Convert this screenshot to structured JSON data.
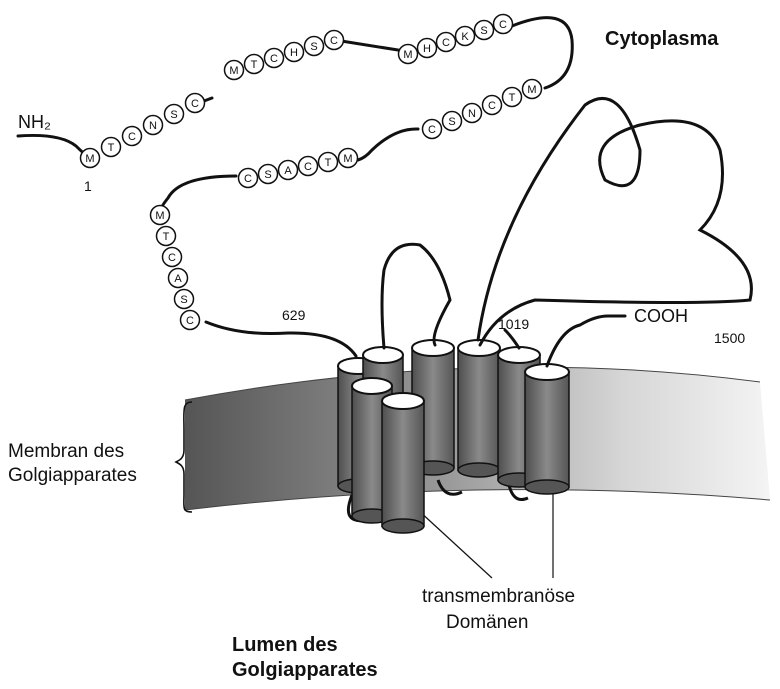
{
  "labels": {
    "cytoplasm": "Cytoplasma",
    "n_terminus": "NH₂",
    "position_1": "1",
    "position_629": "629",
    "position_1019": "1019",
    "c_terminus": "COOH",
    "position_1500": "1500",
    "membrane_line1": "Membran des",
    "membrane_line2": "Golgiapparates",
    "tm_line1": "transmembranöse",
    "tm_line2": "Domänen",
    "lumen_line1": "Lumen des",
    "lumen_line2": "Golgiapparates"
  },
  "sequence_motifs": [
    {
      "name": "motif-1",
      "residues": [
        "M",
        "T",
        "C",
        "N",
        "S",
        "C"
      ]
    },
    {
      "name": "motif-2",
      "residues": [
        "M",
        "T",
        "C",
        "H",
        "S",
        "C"
      ]
    },
    {
      "name": "motif-3",
      "residues": [
        "M",
        "H",
        "C",
        "K",
        "S",
        "C"
      ]
    },
    {
      "name": "motif-4",
      "residues": [
        "C",
        "S",
        "N",
        "C",
        "T",
        "M"
      ]
    },
    {
      "name": "motif-5",
      "residues": [
        "C",
        "S",
        "A",
        "C",
        "T",
        "M"
      ]
    },
    {
      "name": "motif-6",
      "residues": [
        "M",
        "T",
        "C",
        "A",
        "S",
        "C"
      ]
    }
  ],
  "colors": {
    "ink": "#111111",
    "membrane_dark": "#6a6a6a",
    "membrane_light": "#e6e6e6",
    "helix_body": "#777777",
    "helix_top": "#ffffff"
  }
}
